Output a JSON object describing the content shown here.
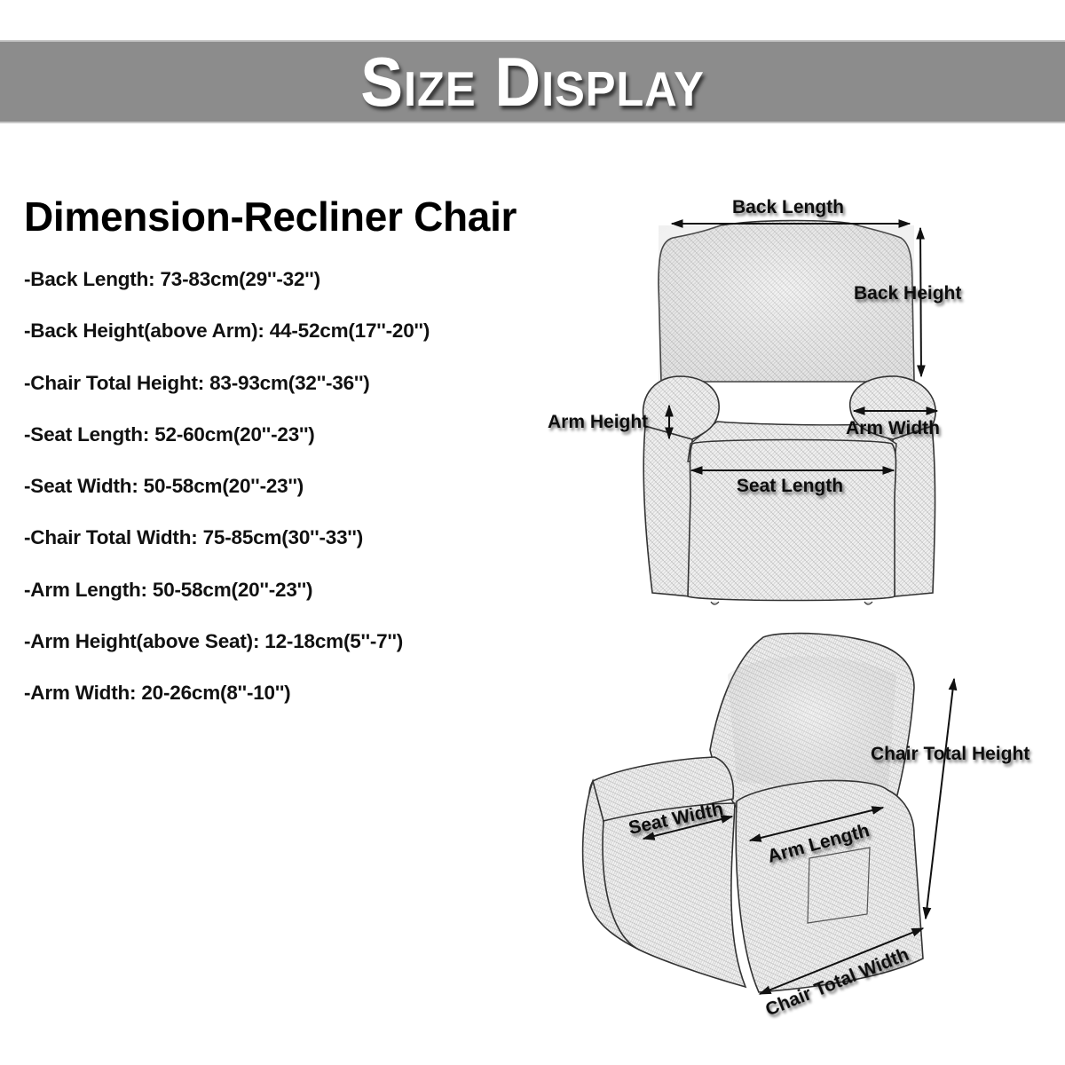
{
  "banner": {
    "title": "Size Display",
    "background_color": "#8c8c8c",
    "text_color": "#ffffff"
  },
  "specs": {
    "heading": "Dimension-Recliner Chair",
    "items": [
      {
        "label": "-Back Length: 73-83cm(29''-32'')"
      },
      {
        "label": "-Back Height(above Arm): 44-52cm(17''-20'')"
      },
      {
        "label": "-Chair Total Height: 83-93cm(32''-36'')"
      },
      {
        "label": "-Seat Length: 52-60cm(20''-23'')"
      },
      {
        "label": "-Seat Width: 50-58cm(20''-23'')"
      },
      {
        "label": "-Chair Total Width: 75-85cm(30''-33'')"
      },
      {
        "label": "-Arm Length: 50-58cm(20''-23'')"
      },
      {
        "label": "-Arm Height(above Seat): 12-18cm(5''-7'')"
      },
      {
        "label": "-Arm Width: 20-26cm(8''-10'')"
      }
    ]
  },
  "front_view": {
    "labels": {
      "back_length": "Back Length",
      "back_height": "Back Height",
      "arm_height": "Arm Height",
      "arm_width": "Arm Width",
      "seat_length": "Seat Length"
    }
  },
  "angled_view": {
    "labels": {
      "chair_total_height": "Chair Total Height",
      "seat_width": "Seat Width",
      "arm_length": "Arm Length",
      "chair_total_width": "Chair Total Width"
    }
  },
  "colors": {
    "fabric_light": "#eeeeee",
    "fabric_mid": "#d4d4d4",
    "outline": "#333333",
    "arrow": "#111111"
  }
}
